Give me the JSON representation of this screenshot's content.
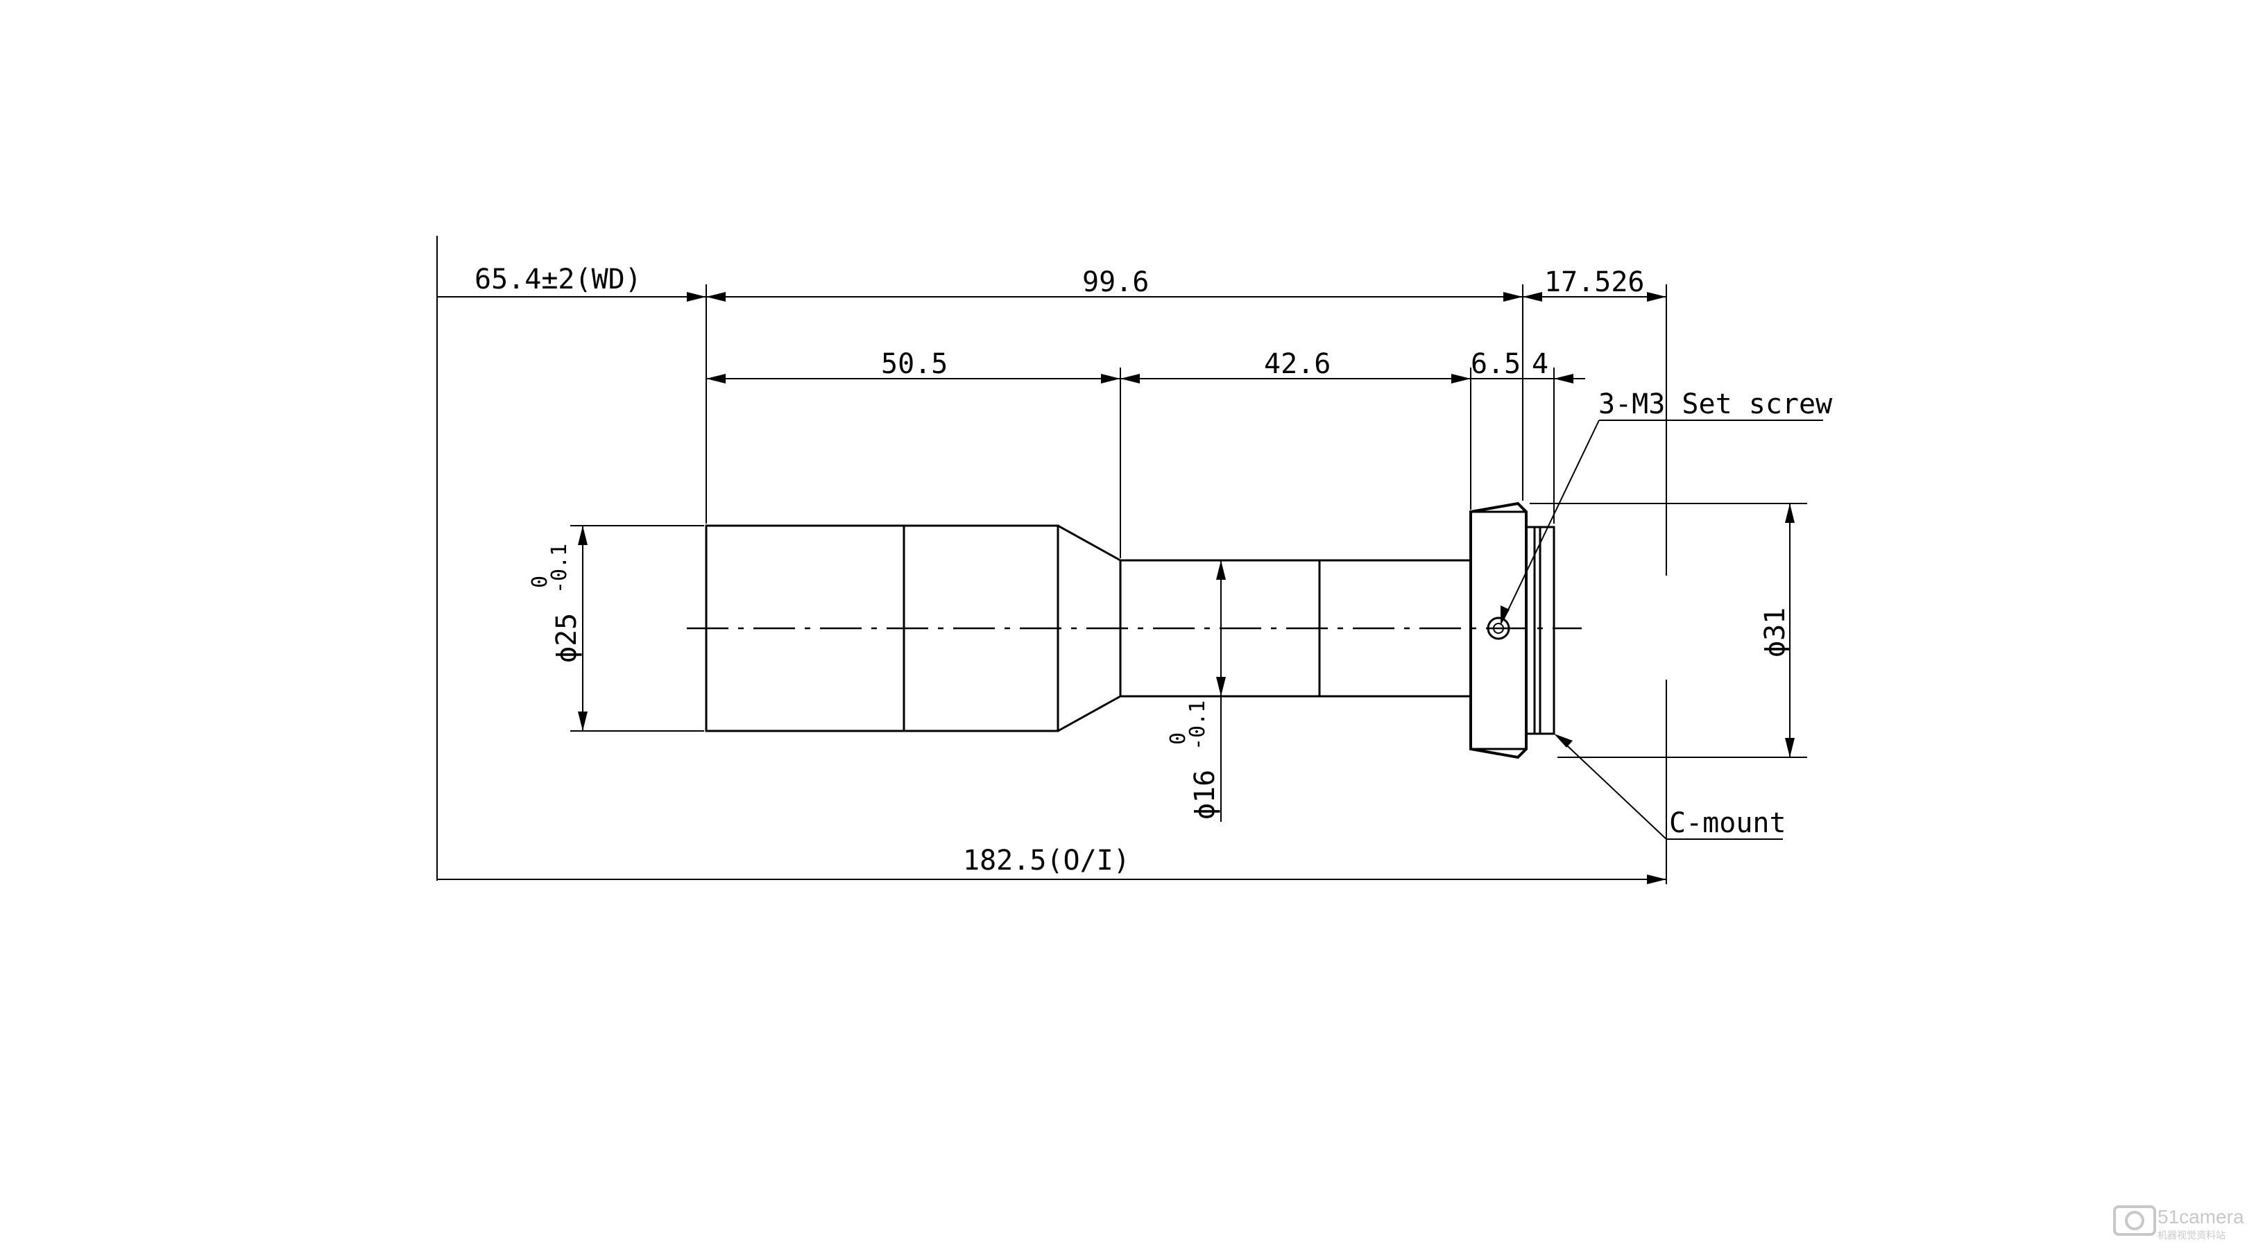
{
  "dimensions": {
    "wd": "65.4±2(WD)",
    "d99": "99.6",
    "d17": "17.526",
    "d50": "50.5",
    "d42": "42.6",
    "d6": "6.5",
    "d4": "4",
    "total": "182.5(O/I)"
  },
  "diameters": {
    "phi25": {
      "main": "ϕ25",
      "upper_tol": "0",
      "lower_tol": "-0.1"
    },
    "phi16": {
      "main": "ϕ16",
      "upper_tol": "0",
      "lower_tol": "-0.1"
    },
    "phi31": "ϕ31"
  },
  "callouts": {
    "set_screw": "3-M3 Set screw",
    "mount": "C-mount"
  },
  "watermark": {
    "brand": "51camera",
    "sub": "机器视觉资料站"
  }
}
